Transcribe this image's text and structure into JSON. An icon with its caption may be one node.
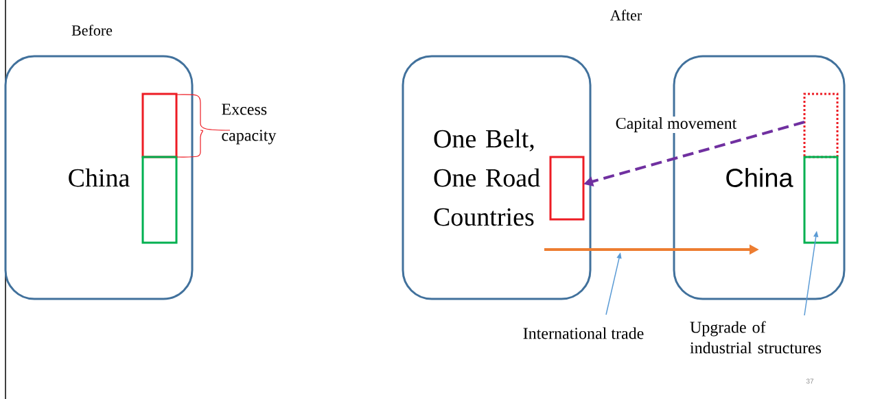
{
  "diagram": {
    "nodes": [
      {
        "text": [
          "China"
        ]
      },
      {
        "text": [],
        "shape": "box",
        "in": 0
      },
      {
        "text": [],
        "shape": "box",
        "in": 0
      },
      {
        "text": [
          "One Belt, One Road Countries"
        ]
      },
      {
        "text": [],
        "shape": "box",
        "in": 3
      },
      {
        "text": [
          "China"
        ]
      },
      {
        "text": [],
        "shape": "box",
        "in": 5
      },
      {
        "text": [],
        "shape": "box",
        "in": 5
      },
      {
        "text": [
          "International trade"
        ]
      },
      {
        "text": [
          "Upgrade of industrial structures"
        ]
      }
    ],
    "edges": [
      {
        "from": 6,
        "to": 4,
        "arrow": "to",
        "label": "Capital movement",
        "style": "dashed",
        "color": "#7030a0"
      },
      {
        "from": null,
        "to": 5,
        "arrow": "to",
        "style": "thick",
        "color": "#ed7d31"
      },
      {
        "from": 8,
        "to": null,
        "arrow": "to"
      },
      {
        "from": 9,
        "to": 7,
        "arrow": "to"
      }
    ],
    "labels": [
      "Before",
      "After",
      "Excess capacity",
      "37"
    ]
  }
}
